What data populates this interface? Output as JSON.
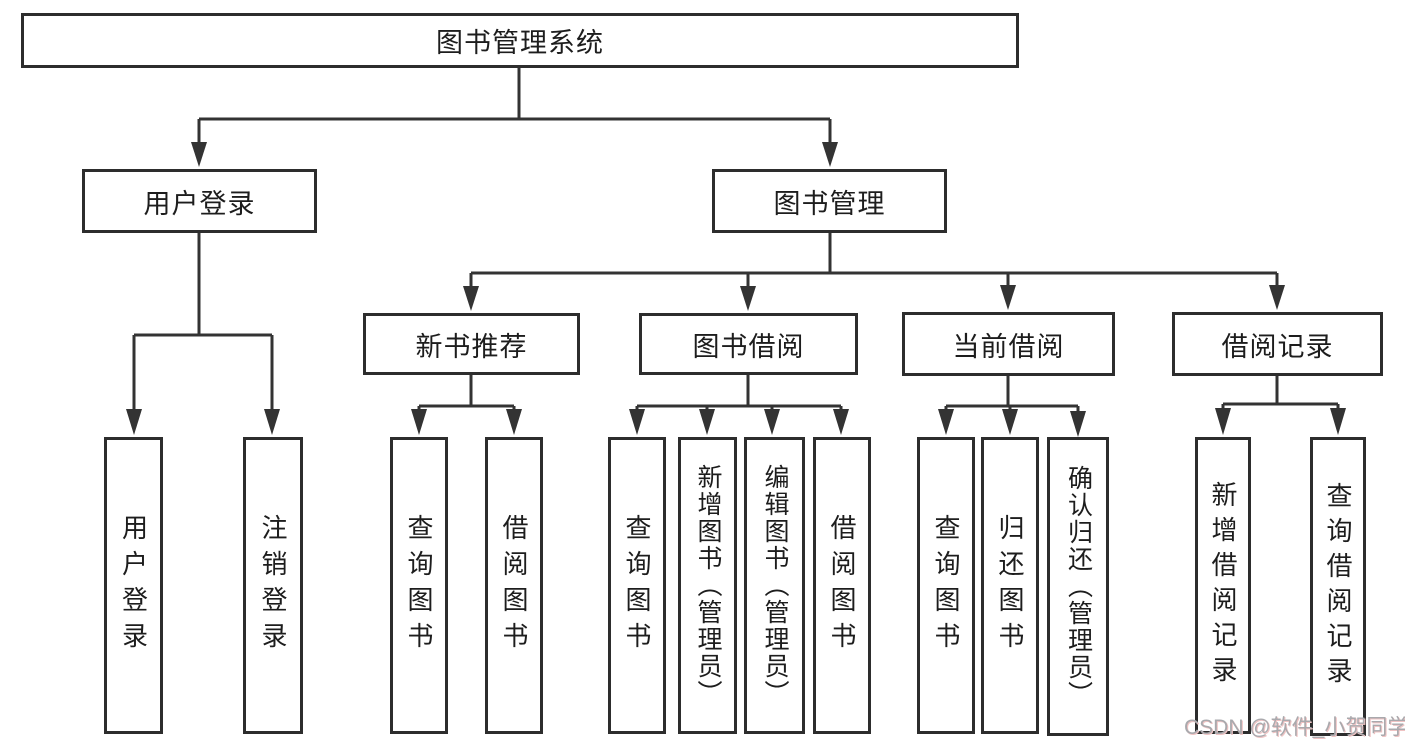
{
  "diagram_colors": {
    "line": "#333333",
    "box_border": "#2d2d2d",
    "text": "#1d1d1d",
    "watermark_text": "#a9a9ad"
  },
  "tree": {
    "label": "图书管理系统",
    "children": [
      {
        "label": "用户登录",
        "children": [
          {
            "label": "用户登录"
          },
          {
            "label": "注销登录"
          }
        ]
      },
      {
        "label": "图书管理",
        "children": [
          {
            "label": "新书推荐",
            "children": [
              {
                "label": "查询图书"
              },
              {
                "label": "借阅图书"
              }
            ]
          },
          {
            "label": "图书借阅",
            "children": [
              {
                "label": "查询图书"
              },
              {
                "label": "新增图书（管理员）"
              },
              {
                "label": "编辑图书（管理员）"
              },
              {
                "label": "借阅图书"
              }
            ]
          },
          {
            "label": "当前借阅",
            "children": [
              {
                "label": "查询图书"
              },
              {
                "label": "归还图书"
              },
              {
                "label": "确认归还（管理员）"
              }
            ]
          },
          {
            "label": "借阅记录",
            "children": [
              {
                "label": "新增借阅记录"
              },
              {
                "label": "查询借阅记录"
              }
            ]
          }
        ]
      }
    ]
  },
  "watermark": {
    "text": "CSDN @软件_小贺同学"
  }
}
